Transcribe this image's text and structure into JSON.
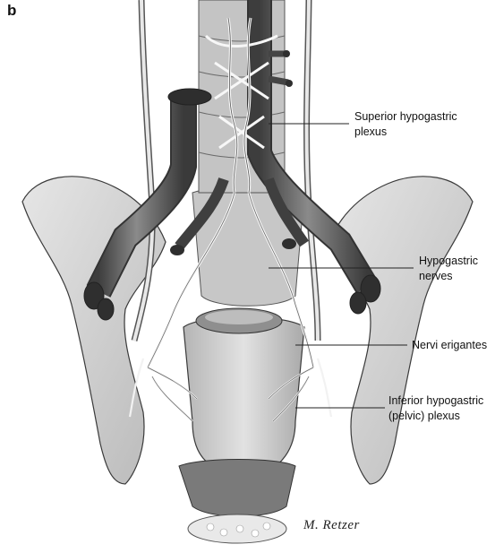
{
  "panel_letter": "b",
  "labels": {
    "superior": [
      "Superior hypogastric",
      "plexus"
    ],
    "hypogastric": [
      "Hypogastric",
      "nerves"
    ],
    "erigantes": [
      "Nervi erigantes"
    ],
    "inferior": [
      "Inferior hypogastric",
      "(pelvic) plexus"
    ]
  },
  "signature": "M. Retzer",
  "colors": {
    "bone": "#d8d8d8",
    "bone_edge": "#3a3a3a",
    "vessel": "#5d5d5d",
    "nerve": "#f4f4f4",
    "rectum": "#cfcfcf"
  }
}
